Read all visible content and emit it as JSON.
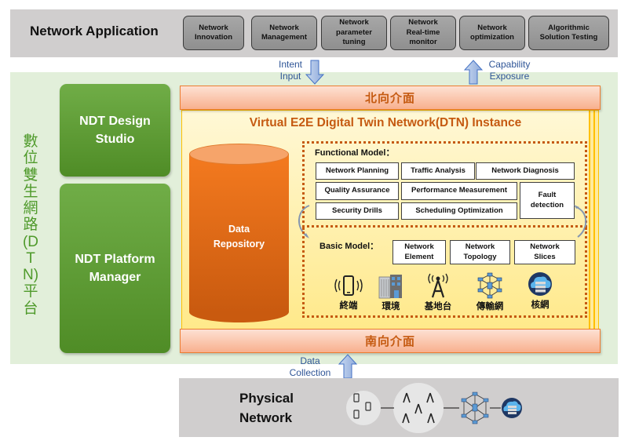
{
  "network_application": {
    "title": "Network Application",
    "apps": [
      {
        "label": "Network\nInnovation"
      },
      {
        "label": "Network\nManagement"
      },
      {
        "label": "Network\nparameter\ntuning"
      },
      {
        "label": "Network\nReal-time\nmonitor"
      },
      {
        "label": "Network\noptimization"
      },
      {
        "label": "Algorithmic\nSolution Testing"
      }
    ]
  },
  "arrows": {
    "intent_input": "Intent\nInput",
    "capability_exposure": "Capability\nExposure",
    "data_collection": "Data\nCollection"
  },
  "platform": {
    "vertical_label": "數位雙生網路(DTN)平台",
    "design_studio": "NDT Design\nStudio",
    "platform_manager": "NDT Platform\nManager",
    "northbound": "北向介面",
    "southbound": "南向介面"
  },
  "dtn_instance": {
    "title": "Virtual E2E Digital Twin Network(DTN) Instance",
    "data_repository": "Data\nRepository",
    "functional_model": {
      "label": "Functional Model：",
      "items": [
        "Network Planning",
        "Traffic Analysis",
        "Network Diagnosis",
        "Quality Assurance",
        "Performance Measurement",
        "Fault\ndetection",
        "Security Drills",
        "Scheduling Optimization"
      ]
    },
    "basic_model": {
      "label": "Basic Model：",
      "items": [
        "Network\nElement",
        "Network\nTopology",
        "Network\nSlices"
      ],
      "icons": [
        {
          "icon": "mobile-phone-icon",
          "label": "終端"
        },
        {
          "icon": "building-icon",
          "label": "環境"
        },
        {
          "icon": "cell-tower-icon",
          "label": "基地台"
        },
        {
          "icon": "transport-network-icon",
          "label": "傳輸網"
        },
        {
          "icon": "cloud-server-icon",
          "label": "核網"
        }
      ]
    }
  },
  "physical_network": {
    "title": "Physical\nNetwork"
  },
  "colors": {
    "accent_orange": "#c55a11",
    "green": "#70ad47",
    "arrow_blue": "#2f5597"
  }
}
